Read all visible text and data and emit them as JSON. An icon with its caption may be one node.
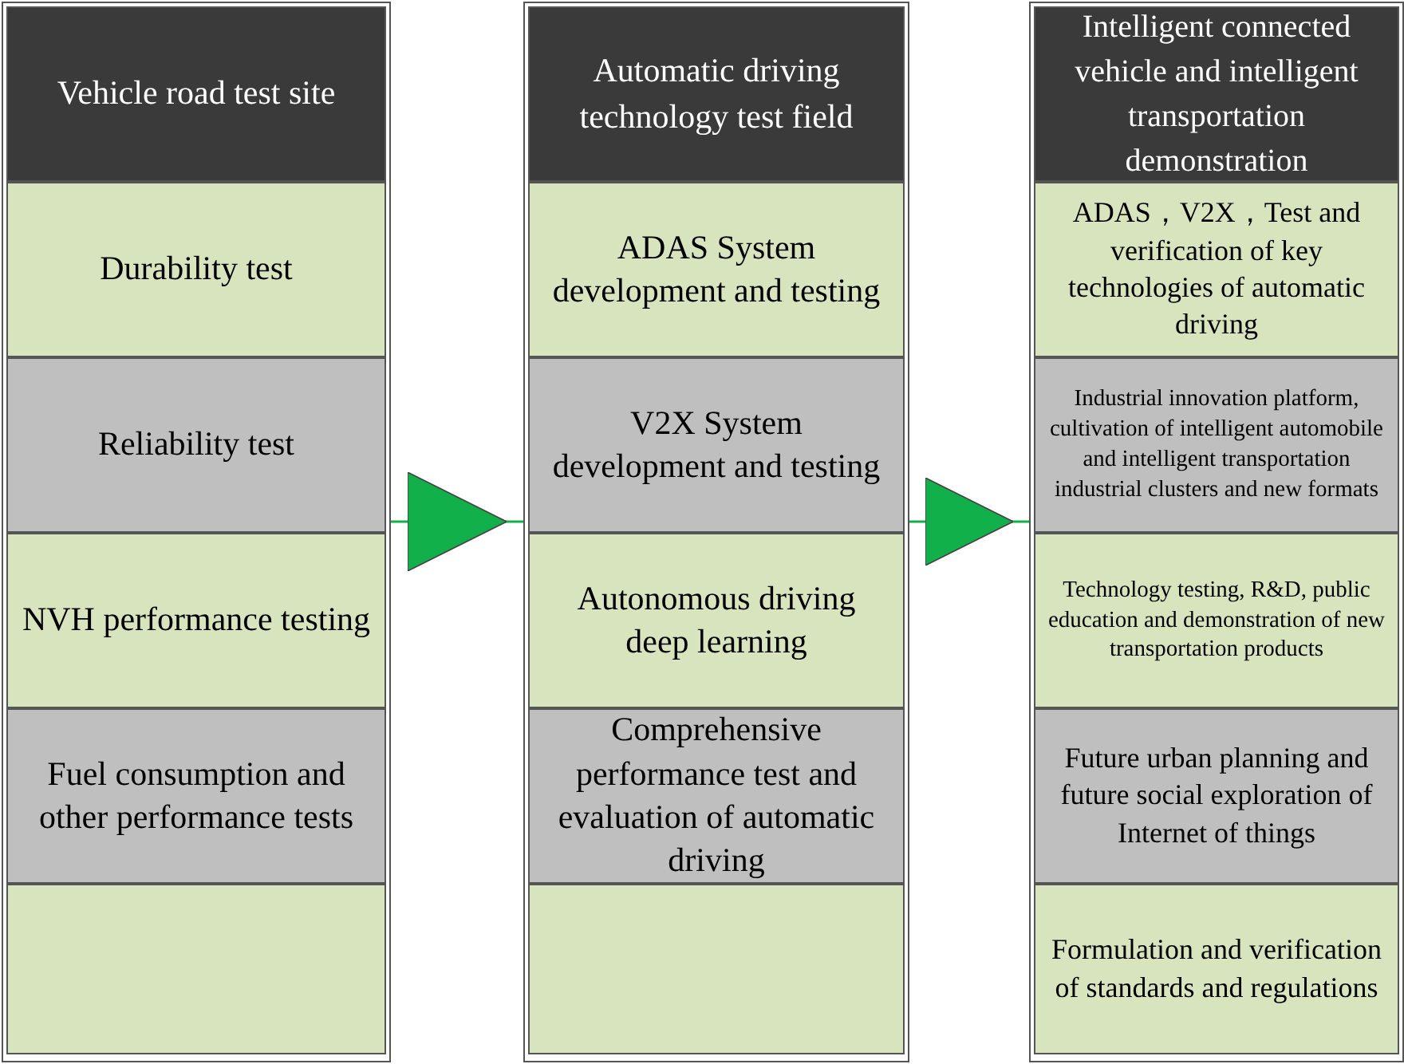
{
  "diagram": {
    "nodes": [
      {
        "text": [
          "Vehicle road test site"
        ]
      },
      {
        "text": [
          "Durability test"
        ],
        "in": 0
      },
      {
        "text": [
          "Reliability test"
        ],
        "in": 0
      },
      {
        "text": [
          "NVH performance testing"
        ],
        "in": 0
      },
      {
        "text": [
          "Fuel consumption and other performance tests"
        ],
        "in": 0
      },
      {
        "text": [],
        "shape": "box",
        "in": 0
      },
      {
        "text": [
          "Automatic driving technology test field"
        ]
      },
      {
        "text": [
          "ADAS System development and testing"
        ],
        "in": 6
      },
      {
        "text": [
          "V2X System development and testing"
        ],
        "in": 6
      },
      {
        "text": [
          "Autonomous driving deep learning"
        ],
        "in": 6
      },
      {
        "text": [
          "Comprehensive performance test and evaluation of automatic driving"
        ],
        "in": 6
      },
      {
        "text": [],
        "shape": "box",
        "in": 6
      },
      {
        "text": [
          "Intelligent connected vehicle and intelligent transportation demonstration"
        ]
      },
      {
        "text": [
          "ADAS，V2X，Test and verification of key technologies of automatic driving"
        ],
        "in": 12
      },
      {
        "text": [
          "Industrial innovation platform, cultivation of intelligent automobile and intelligent transportation industrial clusters and new formats"
        ],
        "in": 12
      },
      {
        "text": [
          "Technology testing, R&D, public education and demonstration of new transportation products"
        ],
        "in": 12
      },
      {
        "text": [
          "Future urban planning and future social exploration of Internet of things"
        ],
        "in": 12
      },
      {
        "text": [
          "Formulation and verification of standards and regulations"
        ],
        "in": 12
      }
    ],
    "edges": [
      {
        "from": 0,
        "to": 6,
        "arrow": "to"
      },
      {
        "from": 6,
        "to": 12,
        "arrow": "to"
      }
    ]
  }
}
